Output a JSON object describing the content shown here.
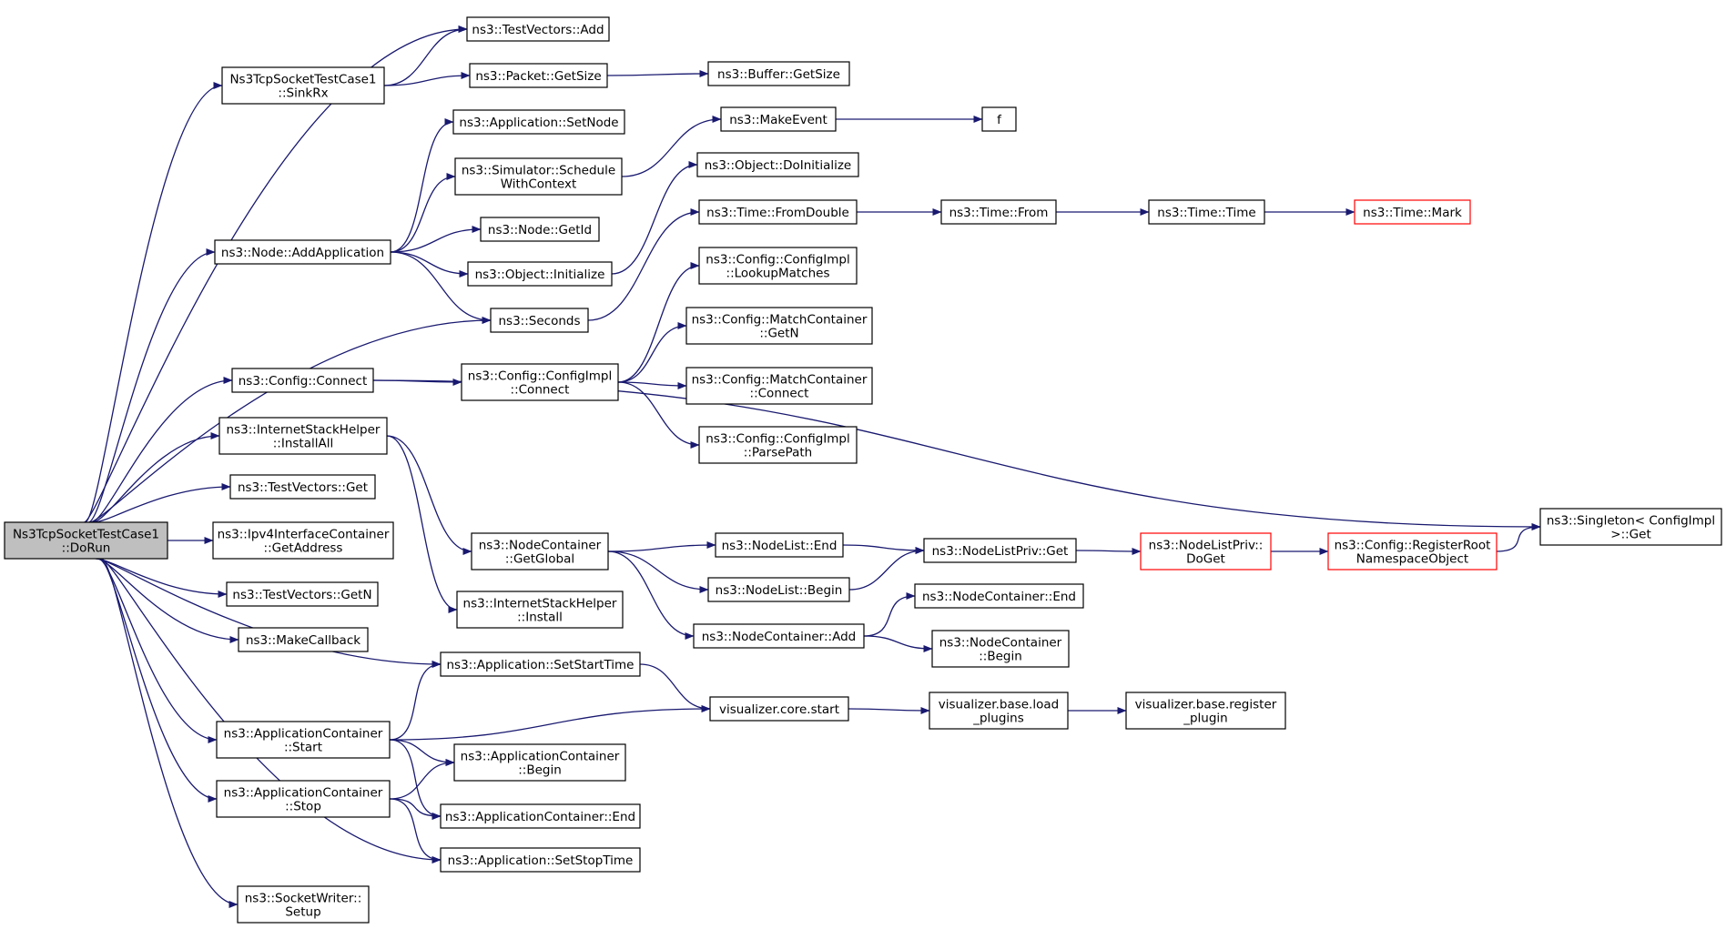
{
  "colors": {
    "edge": "#191970",
    "node_border": "#000000",
    "node_fill": "#ffffff",
    "root_fill": "#bfbfbf",
    "truncated_border": "#ff0000"
  },
  "nodes": {
    "root": {
      "lines": [
        "Ns3TcpSocketTestCase1",
        "::DoRun"
      ]
    },
    "tv_add": {
      "lines": [
        "ns3::TestVectors::Add"
      ]
    },
    "sinkrx": {
      "lines": [
        "Ns3TcpSocketTestCase1",
        "::SinkRx"
      ]
    },
    "pkt_getsize": {
      "lines": [
        "ns3::Packet::GetSize"
      ]
    },
    "buf_getsize": {
      "lines": [
        "ns3::Buffer::GetSize"
      ]
    },
    "app_setnode": {
      "lines": [
        "ns3::Application::SetNode"
      ]
    },
    "make_event": {
      "lines": [
        "ns3::MakeEvent"
      ]
    },
    "f": {
      "lines": [
        "f"
      ]
    },
    "sched_ctx": {
      "lines": [
        "ns3::Simulator::Schedule",
        "WithContext"
      ]
    },
    "obj_doinit": {
      "lines": [
        "ns3::Object::DoInitialize"
      ]
    },
    "time_fromdouble": {
      "lines": [
        "ns3::Time::FromDouble"
      ]
    },
    "time_from": {
      "lines": [
        "ns3::Time::From"
      ]
    },
    "time_time": {
      "lines": [
        "ns3::Time::Time"
      ]
    },
    "time_mark": {
      "lines": [
        "ns3::Time::Mark"
      ]
    },
    "node_getid": {
      "lines": [
        "ns3::Node::GetId"
      ]
    },
    "node_addapp": {
      "lines": [
        "ns3::Node::AddApplication"
      ]
    },
    "obj_init": {
      "lines": [
        "ns3::Object::Initialize"
      ]
    },
    "lookup": {
      "lines": [
        "ns3::Config::ConfigImpl",
        "::LookupMatches"
      ]
    },
    "seconds": {
      "lines": [
        "ns3::Seconds"
      ]
    },
    "mc_getn": {
      "lines": [
        "ns3::Config::MatchContainer",
        "::GetN"
      ]
    },
    "cfg_connect": {
      "lines": [
        "ns3::Config::Connect"
      ]
    },
    "cfgimpl_connect": {
      "lines": [
        "ns3::Config::ConfigImpl",
        "::Connect"
      ]
    },
    "mc_connect": {
      "lines": [
        "ns3::Config::MatchContainer",
        "::Connect"
      ]
    },
    "ish_installall": {
      "lines": [
        "ns3::InternetStackHelper",
        "::InstallAll"
      ]
    },
    "parsepath": {
      "lines": [
        "ns3::Config::ConfigImpl",
        "::ParsePath"
      ]
    },
    "tv_get": {
      "lines": [
        "ns3::TestVectors::Get"
      ]
    },
    "singleton_get": {
      "lines": [
        "ns3::Singleton< ConfigImpl",
        " >::Get"
      ]
    },
    "ipv4_getaddr": {
      "lines": [
        "ns3::Ipv4InterfaceContainer",
        "::GetAddress"
      ]
    },
    "nc_getglobal": {
      "lines": [
        "ns3::NodeContainer",
        "::GetGlobal"
      ]
    },
    "nl_end": {
      "lines": [
        "ns3::NodeList::End"
      ]
    },
    "nlp_get": {
      "lines": [
        "ns3::NodeListPriv::Get"
      ]
    },
    "nlp_doget": {
      "lines": [
        "ns3::NodeListPriv::",
        "DoGet"
      ]
    },
    "reg_root": {
      "lines": [
        "ns3::Config::RegisterRoot",
        "NamespaceObject"
      ]
    },
    "nl_begin": {
      "lines": [
        "ns3::NodeList::Begin"
      ]
    },
    "tv_getn": {
      "lines": [
        "ns3::TestVectors::GetN"
      ]
    },
    "ish_install": {
      "lines": [
        "ns3::InternetStackHelper",
        "::Install"
      ]
    },
    "nc_end": {
      "lines": [
        "ns3::NodeContainer::End"
      ]
    },
    "make_cb": {
      "lines": [
        "ns3::MakeCallback"
      ]
    },
    "nc_add": {
      "lines": [
        "ns3::NodeContainer::Add"
      ]
    },
    "nc_begin": {
      "lines": [
        "ns3::NodeContainer",
        "::Begin"
      ]
    },
    "app_setstart": {
      "lines": [
        "ns3::Application::SetStartTime"
      ]
    },
    "vis_start": {
      "lines": [
        "visualizer.core.start"
      ]
    },
    "vis_load": {
      "lines": [
        "visualizer.base.load",
        "_plugins"
      ]
    },
    "vis_register": {
      "lines": [
        "visualizer.base.register",
        "_plugin"
      ]
    },
    "ac_start": {
      "lines": [
        "ns3::ApplicationContainer",
        "::Start"
      ]
    },
    "ac_begin": {
      "lines": [
        "ns3::ApplicationContainer",
        "::Begin"
      ]
    },
    "ac_stop": {
      "lines": [
        "ns3::ApplicationContainer",
        "::Stop"
      ]
    },
    "ac_end": {
      "lines": [
        "ns3::ApplicationContainer::End"
      ]
    },
    "app_setstop": {
      "lines": [
        "ns3::Application::SetStopTime"
      ]
    },
    "sw_setup": {
      "lines": [
        "ns3::SocketWriter::",
        "Setup"
      ]
    }
  },
  "edges": [
    [
      "root",
      "tv_add"
    ],
    [
      "root",
      "sinkrx"
    ],
    [
      "root",
      "node_addapp"
    ],
    [
      "root",
      "seconds"
    ],
    [
      "root",
      "cfg_connect"
    ],
    [
      "root",
      "ish_installall"
    ],
    [
      "root",
      "tv_get"
    ],
    [
      "root",
      "ipv4_getaddr"
    ],
    [
      "root",
      "tv_getn"
    ],
    [
      "root",
      "make_cb"
    ],
    [
      "root",
      "app_setstart"
    ],
    [
      "root",
      "ac_start"
    ],
    [
      "root",
      "ac_stop"
    ],
    [
      "root",
      "app_setstop"
    ],
    [
      "root",
      "sw_setup"
    ],
    [
      "sinkrx",
      "tv_add"
    ],
    [
      "sinkrx",
      "pkt_getsize"
    ],
    [
      "pkt_getsize",
      "buf_getsize"
    ],
    [
      "node_addapp",
      "app_setnode"
    ],
    [
      "node_addapp",
      "sched_ctx"
    ],
    [
      "node_addapp",
      "node_getid"
    ],
    [
      "node_addapp",
      "obj_init"
    ],
    [
      "node_addapp",
      "seconds"
    ],
    [
      "sched_ctx",
      "make_event"
    ],
    [
      "make_event",
      "f"
    ],
    [
      "obj_init",
      "obj_doinit"
    ],
    [
      "seconds",
      "time_fromdouble"
    ],
    [
      "time_fromdouble",
      "time_from"
    ],
    [
      "time_from",
      "time_time"
    ],
    [
      "time_time",
      "time_mark"
    ],
    [
      "cfg_connect",
      "cfgimpl_connect"
    ],
    [
      "cfg_connect",
      "singleton_get"
    ],
    [
      "cfgimpl_connect",
      "lookup"
    ],
    [
      "cfgimpl_connect",
      "mc_getn"
    ],
    [
      "cfgimpl_connect",
      "mc_connect"
    ],
    [
      "cfgimpl_connect",
      "parsepath"
    ],
    [
      "ish_installall",
      "nc_getglobal"
    ],
    [
      "ish_installall",
      "ish_install"
    ],
    [
      "nc_getglobal",
      "nl_end"
    ],
    [
      "nc_getglobal",
      "nl_begin"
    ],
    [
      "nc_getglobal",
      "nc_add"
    ],
    [
      "nl_end",
      "nlp_get"
    ],
    [
      "nl_begin",
      "nlp_get"
    ],
    [
      "nlp_get",
      "nlp_doget"
    ],
    [
      "nlp_doget",
      "reg_root"
    ],
    [
      "reg_root",
      "singleton_get"
    ],
    [
      "nc_add",
      "nc_end"
    ],
    [
      "nc_add",
      "nc_begin"
    ],
    [
      "app_setstart",
      "vis_start"
    ],
    [
      "vis_start",
      "vis_load"
    ],
    [
      "vis_load",
      "vis_register"
    ],
    [
      "ac_start",
      "app_setstart"
    ],
    [
      "ac_start",
      "vis_start"
    ],
    [
      "ac_start",
      "ac_begin"
    ],
    [
      "ac_start",
      "ac_end"
    ],
    [
      "ac_stop",
      "ac_begin"
    ],
    [
      "ac_stop",
      "ac_end"
    ],
    [
      "ac_stop",
      "app_setstop"
    ]
  ]
}
